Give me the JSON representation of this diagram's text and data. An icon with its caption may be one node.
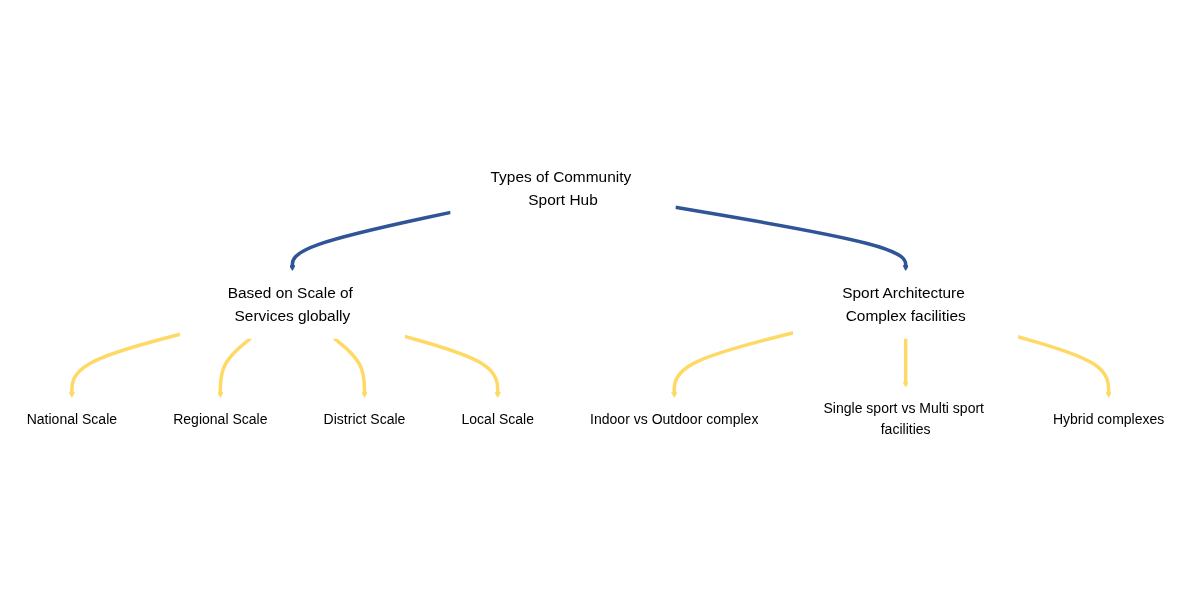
{
  "diagram": {
    "nodes": [
      {
        "text": [
          "Types of Community Sport Hub"
        ]
      },
      {
        "text": [
          "Based on Scale of Services globally"
        ]
      },
      {
        "text": [
          "Sport Architecture Complex facilities"
        ]
      },
      {
        "text": [
          "National Scale"
        ]
      },
      {
        "text": [
          "Regional Scale"
        ]
      },
      {
        "text": [
          "District Scale"
        ]
      },
      {
        "text": [
          "Local Scale"
        ]
      },
      {
        "text": [
          "Indoor vs Outdoor complex"
        ]
      },
      {
        "text": [
          "Single sport vs Multi sport facilities"
        ]
      },
      {
        "text": [
          "Hybrid complexes"
        ]
      }
    ],
    "edges": [
      {
        "from": 0,
        "to": 1,
        "arrow": "to",
        "color": "#2f5597"
      },
      {
        "from": 0,
        "to": 2,
        "arrow": "to",
        "color": "#2f5597"
      },
      {
        "from": 1,
        "to": 3,
        "arrow": "to"
      },
      {
        "from": 1,
        "to": 4,
        "arrow": "to"
      },
      {
        "from": 1,
        "to": 5,
        "arrow": "to"
      },
      {
        "from": 1,
        "to": 6,
        "arrow": "to"
      },
      {
        "from": 2,
        "to": 7,
        "arrow": "to"
      },
      {
        "from": 2,
        "to": 8,
        "arrow": "to"
      },
      {
        "from": 2,
        "to": 9,
        "arrow": "to"
      }
    ]
  }
}
